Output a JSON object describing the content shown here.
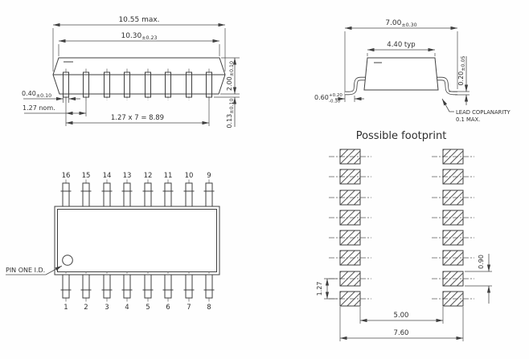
{
  "side_view": {
    "overall_length": "10.55 max.",
    "body_length": "10.30",
    "body_length_tol": "±0.23",
    "lead_width": "0.40",
    "lead_width_tol": "±0.10",
    "pitch": "1.27 nom.",
    "lead_span": "1.27 x 7 = 8.89",
    "body_height": "2.00",
    "body_height_tol": "±0.10",
    "standoff": "0.13",
    "standoff_tol": "±0.10"
  },
  "end_view": {
    "overall_width": "7.00",
    "overall_width_tol": "±0.30",
    "body_width": "4.40 typ",
    "lead_thickness": "0.20",
    "lead_thickness_tol": "±0.05",
    "foot_length": "0.60",
    "foot_length_tol_plus": "+0.20",
    "foot_length_tol_minus": "-0.30",
    "coplanarity_note_1": "LEAD COPLANARITY",
    "coplanarity_note_2": "0.1 MAX."
  },
  "top_view": {
    "pin_one_label": "PIN ONE I.D.",
    "top_pins": [
      "16",
      "15",
      "14",
      "13",
      "12",
      "11",
      "10",
      "9"
    ],
    "bottom_pins": [
      "1",
      "2",
      "3",
      "4",
      "5",
      "6",
      "7",
      "8"
    ]
  },
  "footprint": {
    "title": "Possible footprint",
    "pad_height": "0.90",
    "pad_pitch": "1.27",
    "inner_span": "5.00",
    "outer_span": "7.60"
  },
  "colors": {
    "line": "#3f3f3f",
    "text": "#2f2f2f",
    "background": "#fefefe"
  }
}
